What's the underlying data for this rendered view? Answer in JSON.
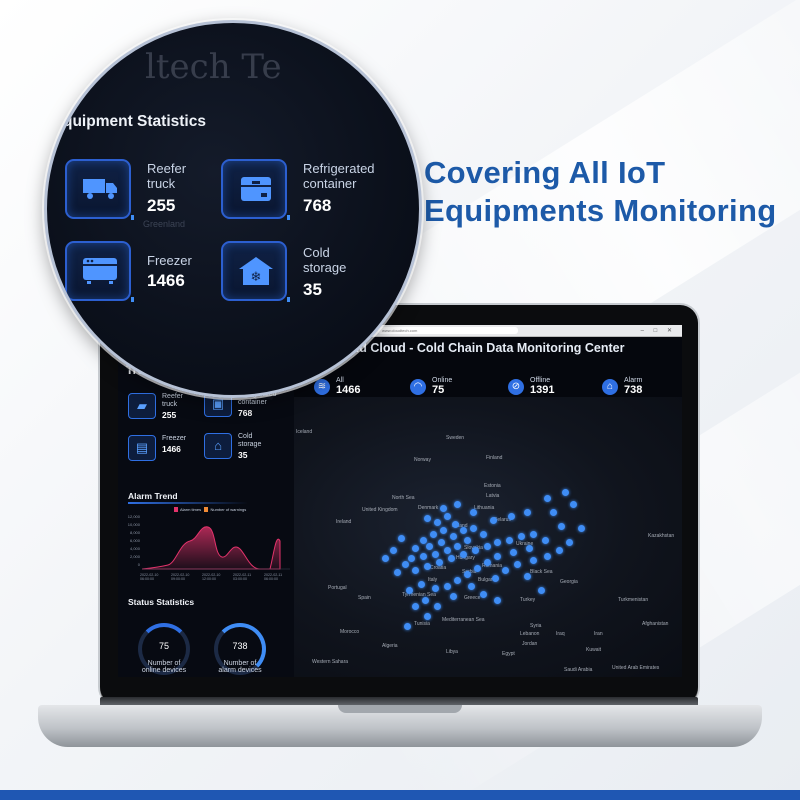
{
  "headline": {
    "line1": "Covering All IoT",
    "line2": "Equipments Monitoring"
  },
  "browser": {
    "url": "www.cloudtech.com"
  },
  "dashboard": {
    "title": "n Cold Cloud - Cold Chain Data Monitoring Center",
    "top_stats": [
      {
        "label": "All",
        "value": "1466",
        "icon": "layers-icon"
      },
      {
        "label": "Online",
        "value": "75",
        "icon": "wifi-icon"
      },
      {
        "label": "Offline",
        "value": "1391",
        "icon": "wifi-off-icon"
      },
      {
        "label": "Alarm",
        "value": "738",
        "icon": "alarm-icon"
      }
    ],
    "trend_title": "Trend",
    "equipment": [
      {
        "name_line1": "Reefer",
        "name_line2": "truck",
        "value": "255",
        "icon": "truck-icon"
      },
      {
        "name_line1": "Refrigerated",
        "name_line2": "container",
        "value": "768",
        "icon": "container-icon"
      },
      {
        "name_line1": "Freezer",
        "name_line2": "",
        "value": "1466",
        "icon": "freezer-icon"
      },
      {
        "name_line1": "Cold",
        "name_line2": "storage",
        "value": "35",
        "icon": "cold-storage-icon"
      }
    ],
    "alarm_trend": {
      "title": "Alarm Trend",
      "legend": [
        "Alarm times",
        "Number of warnings"
      ],
      "y_ticks": [
        "12,000",
        "10,000",
        "8,000",
        "6,000",
        "4,000",
        "2,000",
        "0"
      ],
      "x_ticks": [
        "2022-02-10 06:00:00",
        "2022-02-10 09:00:00",
        "2022-02-10 12:00:00",
        "2022-02-11 03:00:00",
        "2022-02-11 06:00:00"
      ]
    },
    "status": {
      "title": "Status Statistics",
      "online_value": "75",
      "online_caption_1": "Number of",
      "online_caption_2": "online devices",
      "alarm_value": "738",
      "alarm_caption_1": "Number of",
      "alarm_caption_2": "alarm devices"
    },
    "map_labels": [
      "Iceland",
      "Sweden",
      "Norway",
      "Finland",
      "Estonia",
      "Latvia",
      "Lithuania",
      "Denmark",
      "United Kingdom",
      "Ireland",
      "Belarus",
      "Poland",
      "Ukraine",
      "Slovakia",
      "Hungary",
      "Romania",
      "Croatia",
      "Serbia",
      "Italy",
      "Bulgaria",
      "Portugal",
      "Spain",
      "Greece",
      "Turkey",
      "Georgia",
      "Kazakhstan",
      "Turkmenistan",
      "Afghanistan",
      "Iraq",
      "Iran",
      "Syria",
      "Lebanon",
      "Jordan",
      "Morocco",
      "Algeria",
      "Tunisia",
      "Libya",
      "Egypt",
      "Kuwait",
      "United Arab Emirates",
      "Western Sahara",
      "Saudi Arabia",
      "Black Sea",
      "North Sea",
      "Tyrrhenian Sea",
      "Mediterranean Sea"
    ]
  },
  "lens": {
    "ghost_text": "ltech Te",
    "title": "quipment Statistics",
    "ghost_sub": "Greenland"
  },
  "colors": {
    "accent": "#2f6fe3",
    "headline": "#1d5aa8",
    "dot": "#3f8df5",
    "chart": "#e2336b"
  }
}
